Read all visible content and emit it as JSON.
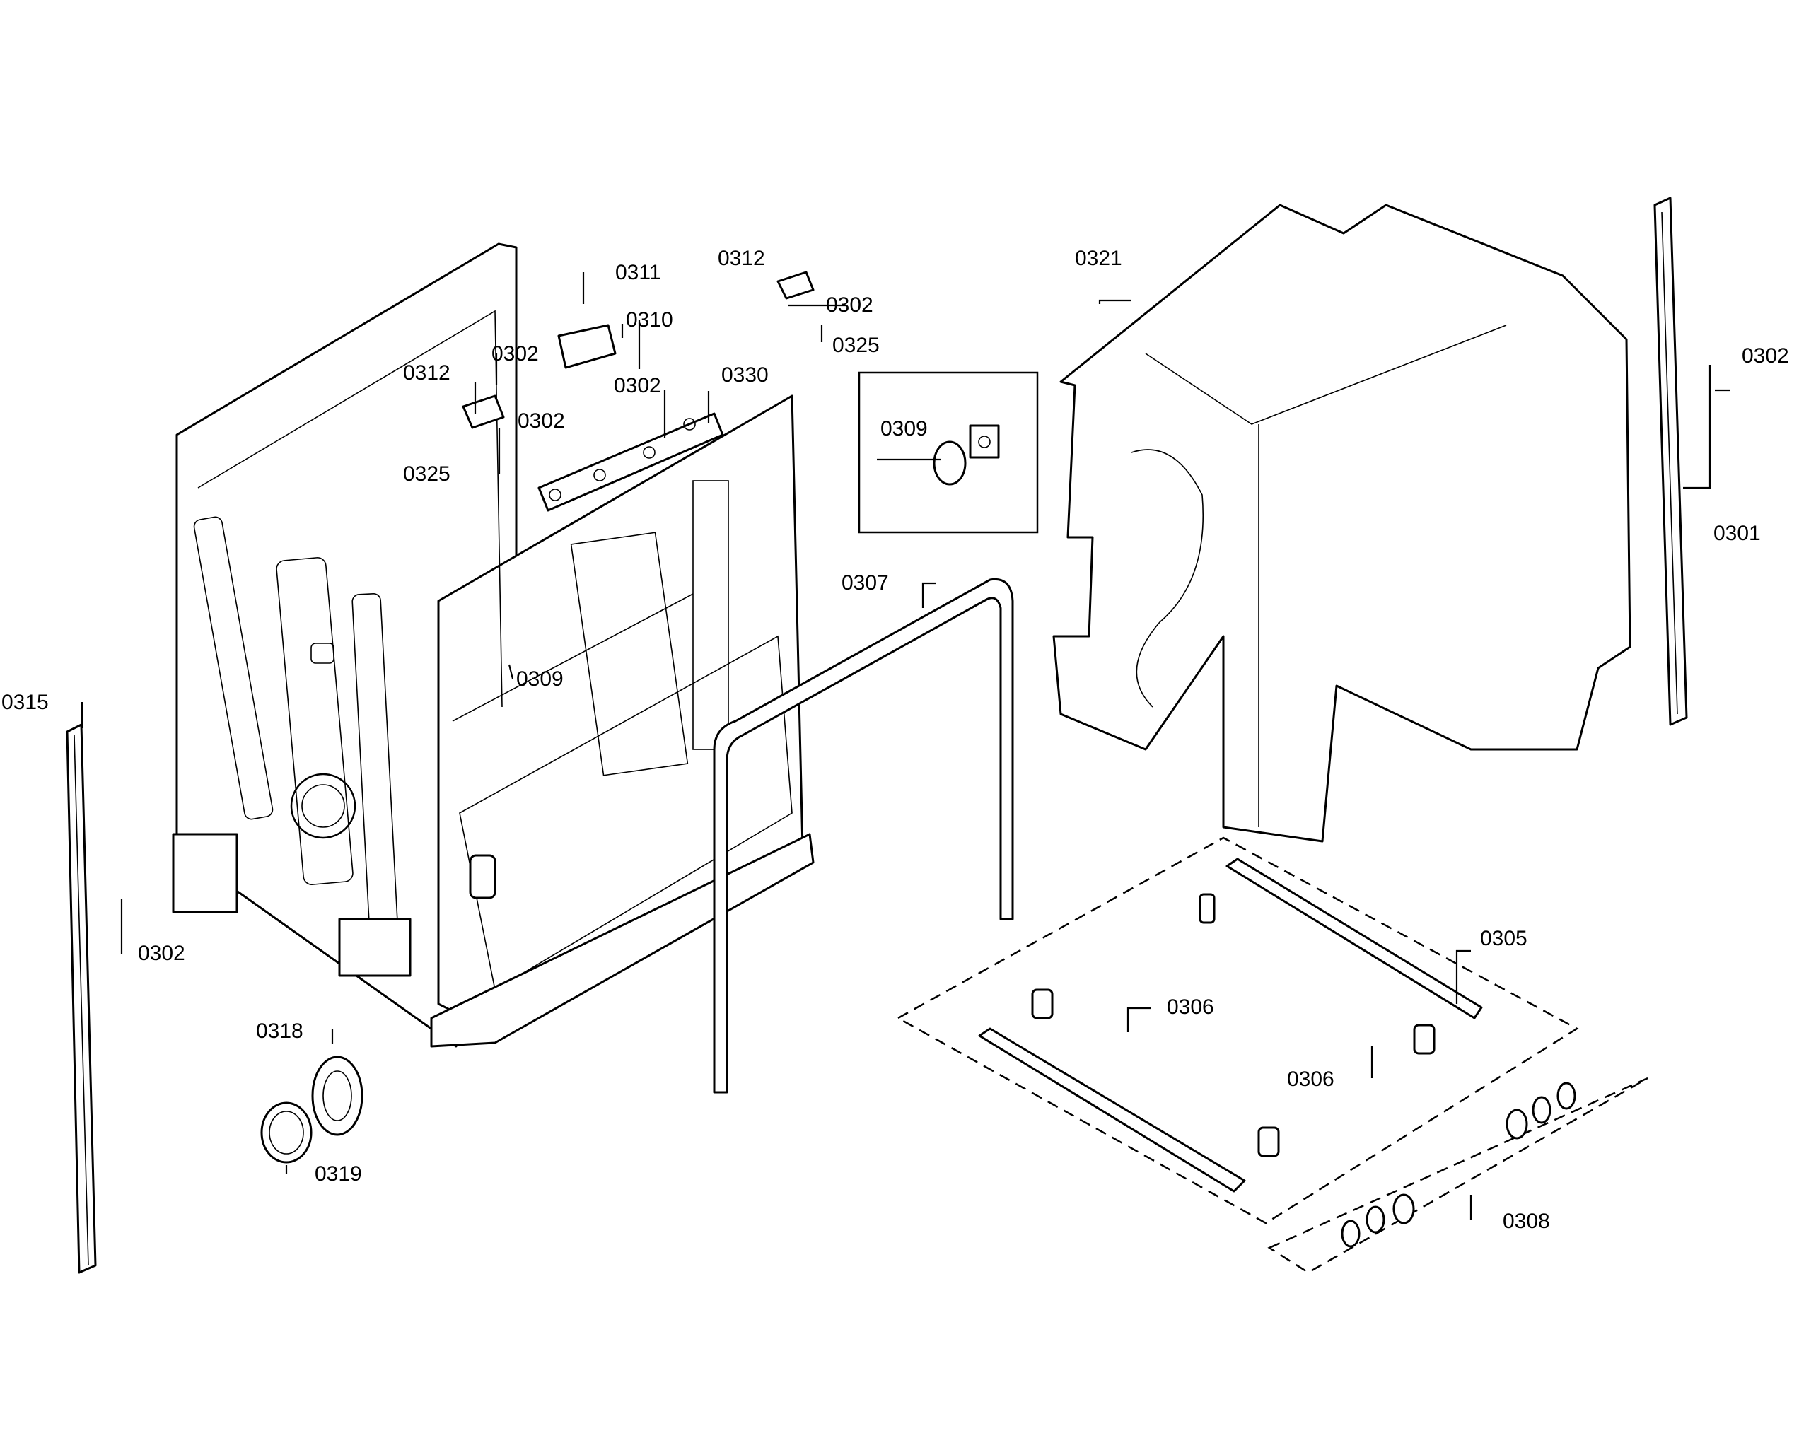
{
  "labels": {
    "p0301": "0301",
    "p0302": "0302",
    "p0305": "0305",
    "p0306": "0306",
    "p0307": "0307",
    "p0308": "0308",
    "p0309": "0309",
    "p0310": "0310",
    "p0311": "0311",
    "p0312": "0312",
    "p0315": "0315",
    "p0318": "0318",
    "p0319": "0319",
    "p0321": "0321",
    "p0325": "0325",
    "p0330": "0330"
  }
}
